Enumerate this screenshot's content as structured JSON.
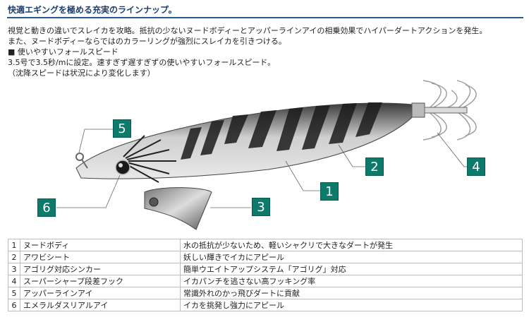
{
  "header": {
    "title": "快適エギングを極める充実のラインナップ。"
  },
  "description": {
    "lines": [
      "視覚と動きの違いでスレイカを攻略。抵抗の少ないヌードボディーとアッパーラインアイの相乗効果でハイパーダートアクションを発生。",
      "また、ヌードボディーならではのカラーリングが強烈にスレイカを引きつける。",
      "■ 使いやすいフォールスピード",
      "3.5号で3.5秒/mに設定。速すぎず遅すぎずの使いやすいフォールスピード。",
      "（沈降スピードは状況により変化します）"
    ]
  },
  "callouts": [
    "1",
    "2",
    "3",
    "4",
    "5",
    "6"
  ],
  "features": [
    {
      "num": "1",
      "name": "ヌードボディ",
      "desc": "水の抵抗が少ないため、軽いシャクリで大きなダートが発生"
    },
    {
      "num": "2",
      "name": "アワビシート",
      "desc": "妖しい輝きでイカにアピール"
    },
    {
      "num": "3",
      "name": "アゴリグ対応シンカー",
      "desc": "簡単ウエイトアップシステム「アゴリグ」対応"
    },
    {
      "num": "4",
      "name": "スーパーシャープ段差フック",
      "desc": "イカパンチを逃さない高フッキング率"
    },
    {
      "num": "5",
      "name": "アッパーラインアイ",
      "desc": "常識外れのかっ飛びダートに貢献"
    },
    {
      "num": "6",
      "name": "エメラルダスリアルアイ",
      "desc": "イカを挑発し強力にアピール"
    }
  ],
  "colors": {
    "accent": "#0d7a6c",
    "title": "#1b3f73",
    "rule": "#2a5c8f"
  }
}
